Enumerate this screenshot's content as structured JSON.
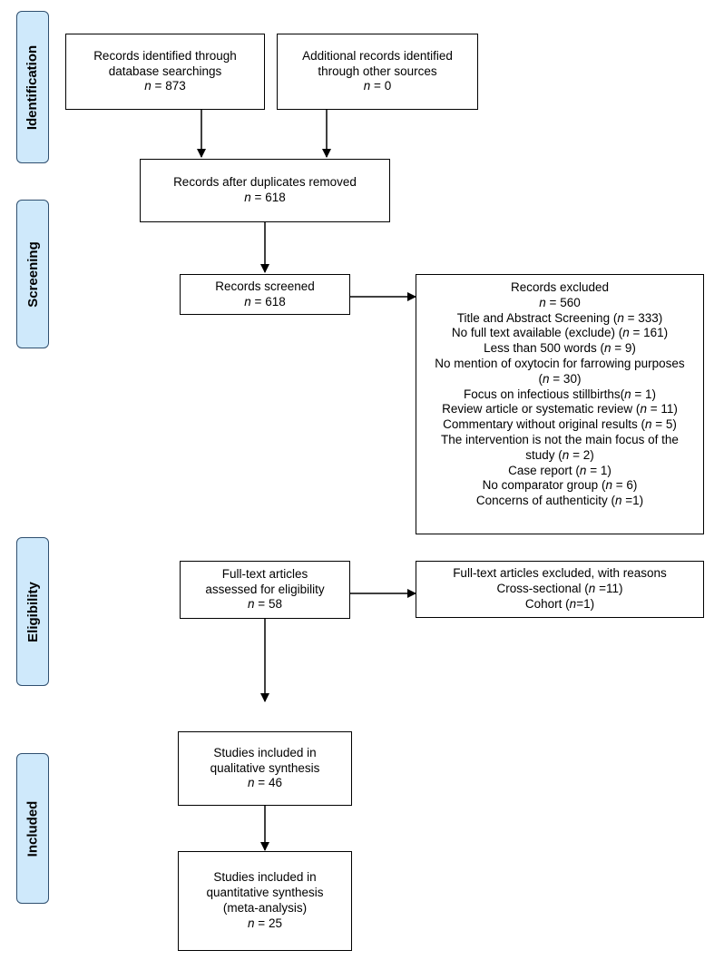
{
  "stages": {
    "identification": "Identification",
    "screening": "Screening",
    "eligibility": "Eligibility",
    "included": "Included"
  },
  "boxes": {
    "database": {
      "lines": [
        "Records identified through",
        "database searchings"
      ],
      "n": "873"
    },
    "other_sources": {
      "lines": [
        "Additional records identified",
        "through other sources"
      ],
      "n": "0"
    },
    "after_duplicates": {
      "lines": [
        "Records after duplicates removed"
      ],
      "n": "618"
    },
    "screened": {
      "lines": [
        "Records screened"
      ],
      "n": "618"
    },
    "excluded": {
      "title": "Records excluded",
      "n": "560",
      "reasons": [
        {
          "pre": "Title and Abstract Screening (",
          "post": " = 333)"
        },
        {
          "pre": "No full text available (exclude) (",
          "post": " = 161)"
        },
        {
          "pre": "Less than 500 words (",
          "post": " = 9)"
        },
        {
          "pre": "No mention of oxytocin for farrowing purposes",
          "post": ""
        },
        {
          "pre": "(",
          "post": " = 30)"
        },
        {
          "pre": "Focus on infectious stillbirths(",
          "post": " = 1)"
        },
        {
          "pre": "Review article or systematic review (",
          "post": " = 11)"
        },
        {
          "pre": "Commentary without original results (",
          "post": " = 5)"
        },
        {
          "pre": "The intervention is not the main focus of the",
          "post": ""
        },
        {
          "pre": "study (",
          "post": " = 2)"
        },
        {
          "pre": "Case report (",
          "post": " = 1)"
        },
        {
          "pre": "No comparator group (",
          "post": " = 6)"
        },
        {
          "pre": "Concerns of authenticity (",
          "post": " =1)"
        }
      ]
    },
    "fulltext": {
      "lines": [
        "Full-text articles",
        "assessed for eligibility"
      ],
      "n": "58"
    },
    "fulltext_excluded": {
      "title": "Full-text articles excluded, with reasons",
      "reasons": [
        {
          "pre": "Cross-sectional (",
          "post": " =11)"
        },
        {
          "pre": "Cohort (",
          "post": "=1)"
        }
      ]
    },
    "qualitative": {
      "lines": [
        "Studies included in",
        "qualitative synthesis"
      ],
      "n": "46"
    },
    "quantitative": {
      "lines": [
        "Studies included in",
        "quantitative synthesis",
        "(meta-analysis)"
      ],
      "n": "25"
    }
  },
  "n_symbol": "n"
}
